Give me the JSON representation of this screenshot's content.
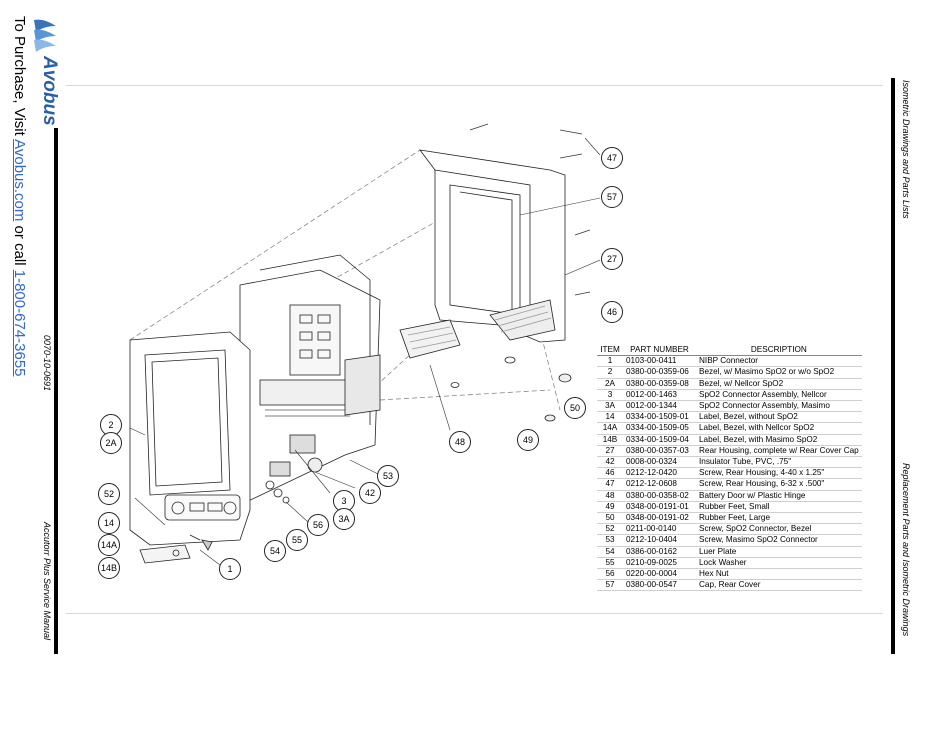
{
  "brand": {
    "logo_text": "Avobus"
  },
  "purchase": {
    "prefix": "To Purchase, Visit ",
    "site": "Avobus.com",
    "middle": " or call ",
    "phone": "1-800-674-3655"
  },
  "doc_number": "0070-10-0691",
  "manual_title": "Accutorr Plus Service Manual",
  "header_right": "Isometric Drawings and Parts Lists",
  "footer_right": "Replacement Parts and Isometric Drawings",
  "table": {
    "headers": {
      "item": "ITEM",
      "part": "PART NUMBER",
      "desc": "DESCRIPTION"
    },
    "rows": [
      {
        "item": "1",
        "part": "0103-00-0411",
        "desc": "NIBP Connector"
      },
      {
        "item": "2",
        "part": "0380-00-0359-06",
        "desc": "Bezel, w/ Masimo SpO2 or w/o SpO2"
      },
      {
        "item": "2A",
        "part": "0380-00-0359-08",
        "desc": "Bezel, w/ Nellcor SpO2"
      },
      {
        "item": "3",
        "part": "0012-00-1463",
        "desc": "SpO2 Connector Assembly, Nellcor"
      },
      {
        "item": "3A",
        "part": "0012-00-1344",
        "desc": "SpO2 Connector Assembly, Masimo"
      },
      {
        "item": "14",
        "part": "0334-00-1509-01",
        "desc": "Label, Bezel, without SpO2"
      },
      {
        "item": "14A",
        "part": "0334-00-1509-05",
        "desc": "Label, Bezel, with Nellcor SpO2"
      },
      {
        "item": "14B",
        "part": "0334-00-1509-04",
        "desc": "Label, Bezel, with Masimo SpO2"
      },
      {
        "item": "27",
        "part": "0380-00-0357-03",
        "desc": "Rear Housing, complete w/ Rear Cover Cap"
      },
      {
        "item": "42",
        "part": "0008-00-0324",
        "desc": "Insulator Tube, PVC, .75\""
      },
      {
        "item": "46",
        "part": "0212-12-0420",
        "desc": "Screw, Rear Housing, 4-40 x 1.25\""
      },
      {
        "item": "47",
        "part": "0212-12-0608",
        "desc": "Screw, Rear Housing, 6-32 x .500\""
      },
      {
        "item": "48",
        "part": "0380-00-0358-02",
        "desc": "Battery Door w/ Plastic Hinge"
      },
      {
        "item": "49",
        "part": "0348-00-0191-01",
        "desc": "Rubber Feet, Small"
      },
      {
        "item": "50",
        "part": "0348-00-0191-02",
        "desc": "Rubber Feet, Large"
      },
      {
        "item": "52",
        "part": "0211-00-0140",
        "desc": "Screw, SpO2 Connector, Bezel"
      },
      {
        "item": "53",
        "part": "0212-10-0404",
        "desc": "Screw, Masimo SpO2 Connector"
      },
      {
        "item": "54",
        "part": "0386-00-0162",
        "desc": "Luer Plate"
      },
      {
        "item": "55",
        "part": "0210-09-0025",
        "desc": "Lock Washer"
      },
      {
        "item": "56",
        "part": "0220-00-0004",
        "desc": "Hex Nut"
      },
      {
        "item": "57",
        "part": "0380-00-0547",
        "desc": "Cap, Rear Cover"
      }
    ]
  },
  "callouts": {
    "c47": "47",
    "c57": "57",
    "c27": "27",
    "c46": "46",
    "c50": "50",
    "c49": "49",
    "c48": "48",
    "c53": "53",
    "c42": "42",
    "c3": "3",
    "c3a": "3A",
    "c56": "56",
    "c55": "55",
    "c54": "54",
    "c1": "1",
    "c2": "2",
    "c2a": "2A",
    "c52": "52",
    "c14": "14",
    "c14a": "14A",
    "c14b": "14B"
  }
}
